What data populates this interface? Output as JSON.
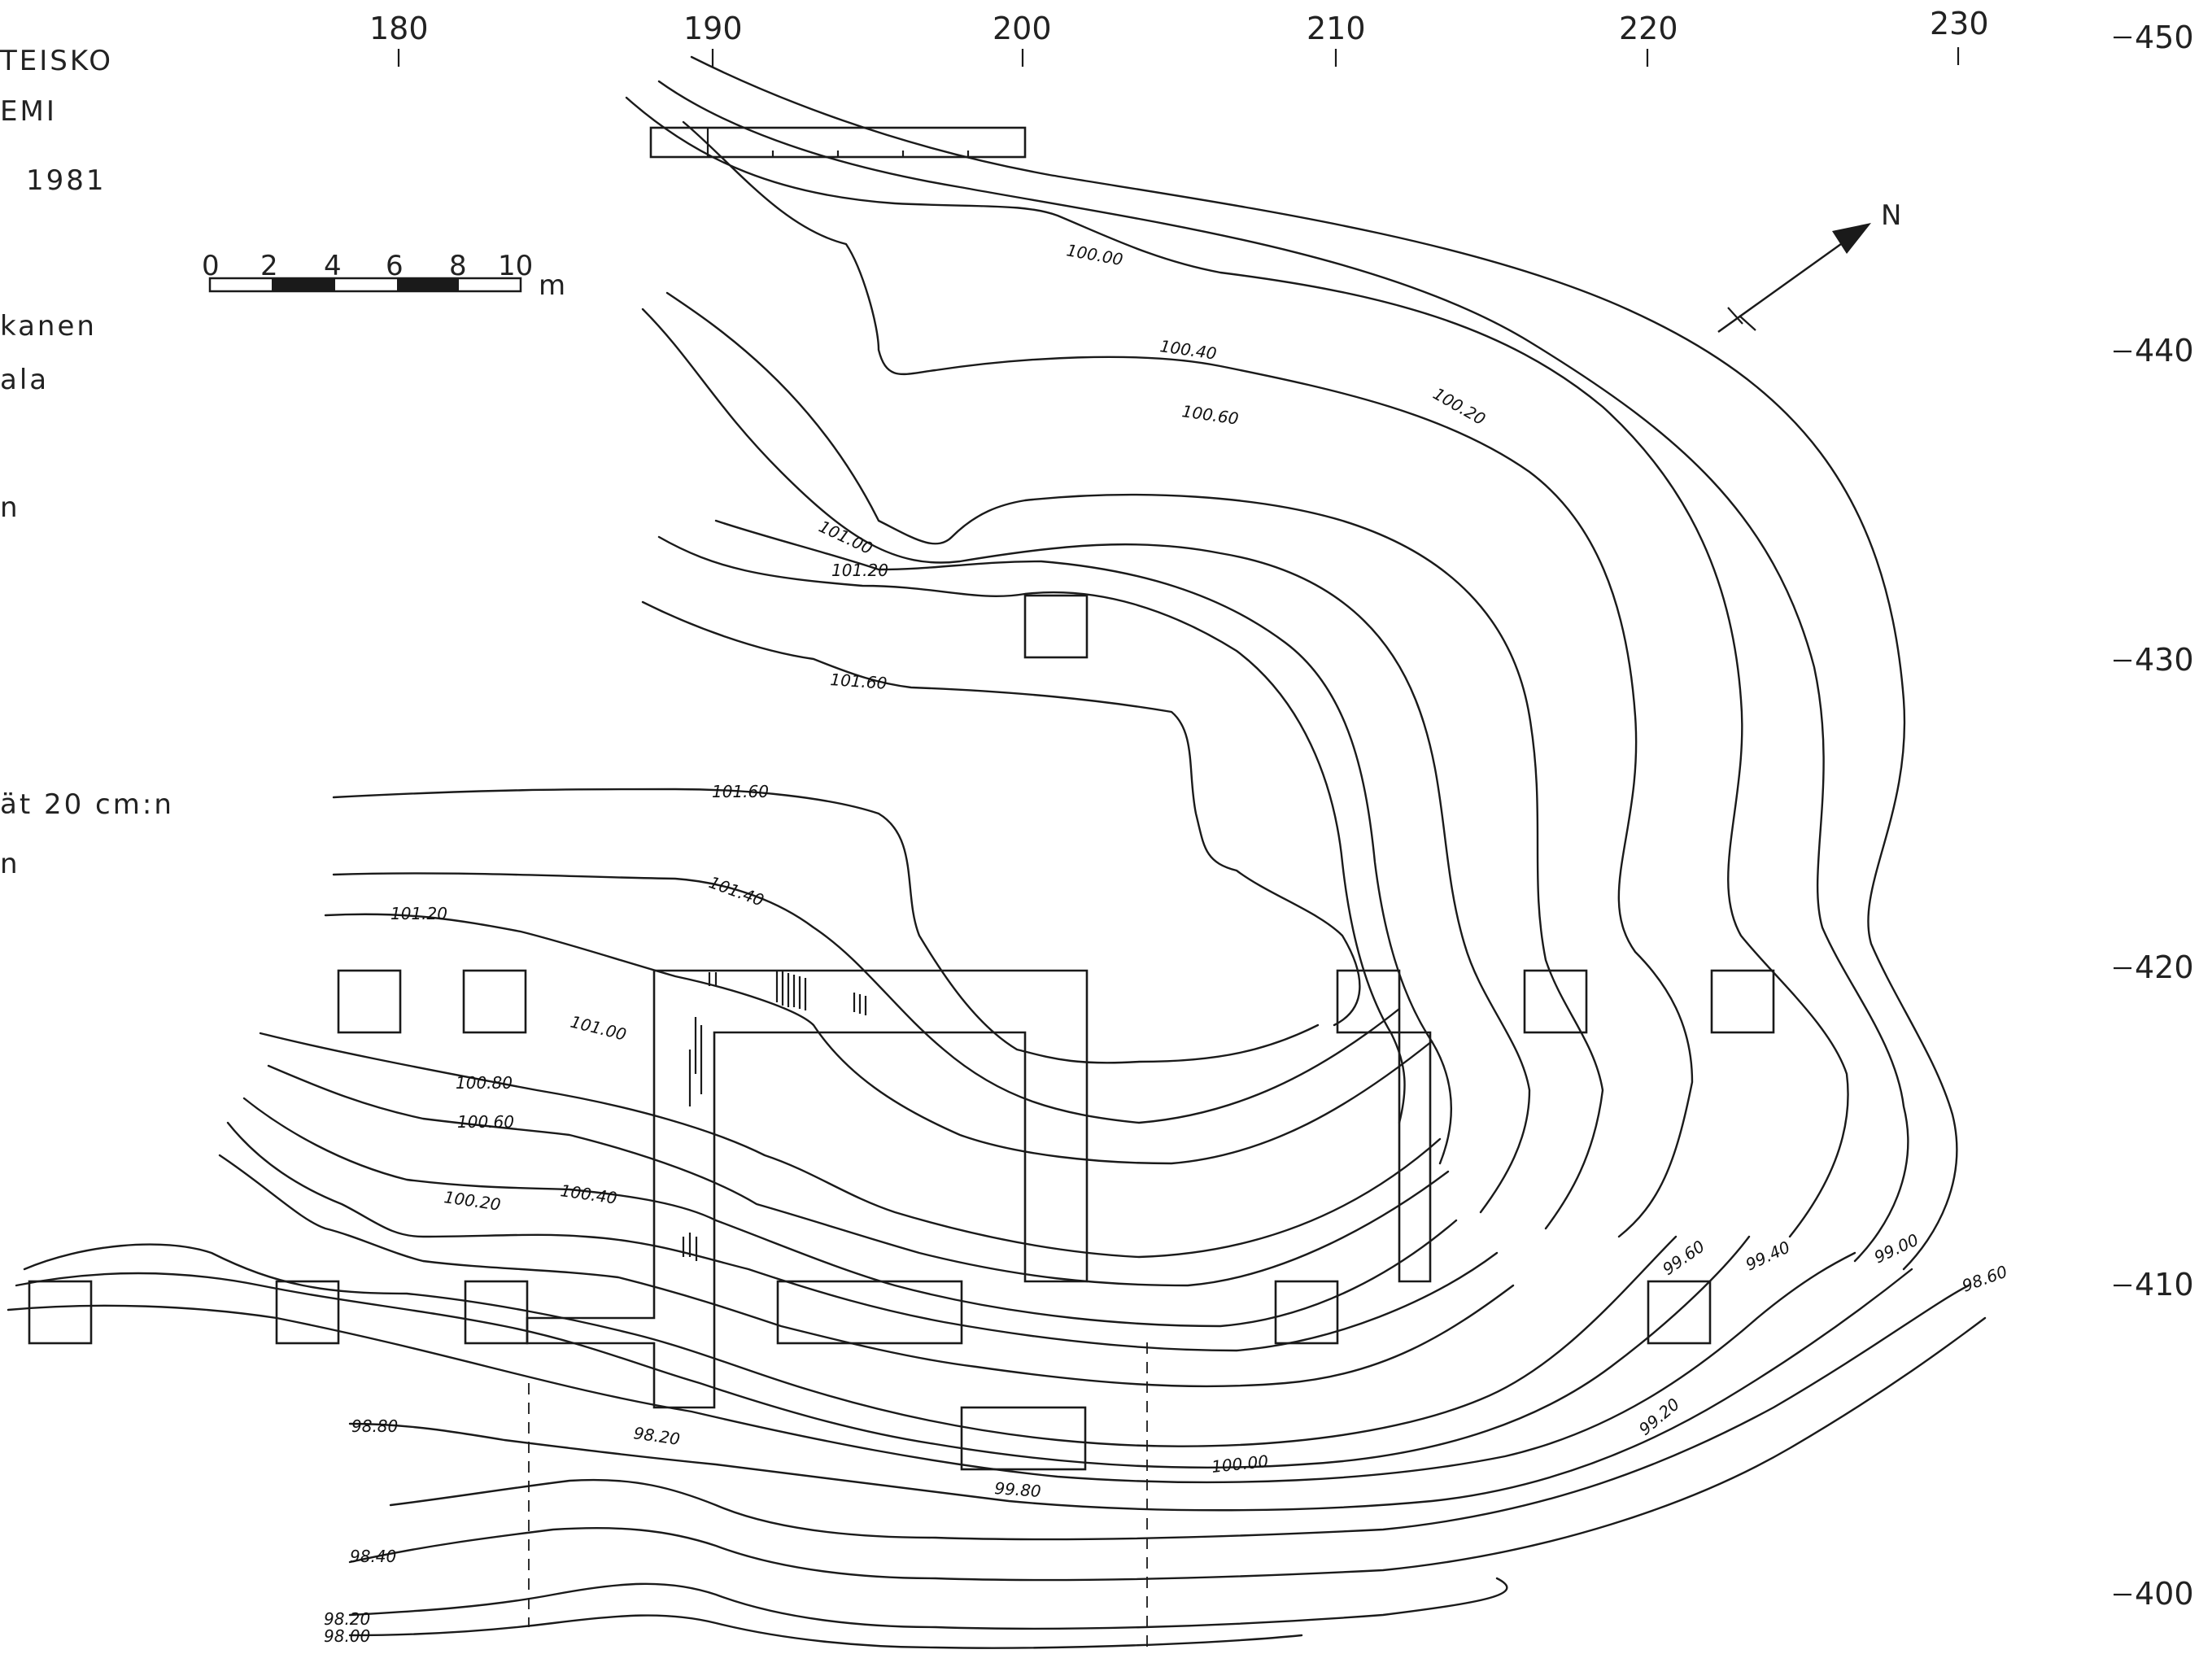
{
  "legend": {
    "lines": [
      "TEISKO",
      "EMI",
      "1981",
      "kanen",
      "ala",
      "n",
      "ät 20 cm:n",
      "n"
    ]
  },
  "scale": {
    "ticks": [
      "0",
      "2",
      "4",
      "6",
      "8",
      "10"
    ],
    "unit": "m"
  },
  "north_label": "N",
  "grid": {
    "x_labels": [
      "180",
      "190",
      "200",
      "210",
      "220",
      "230"
    ],
    "y_labels": [
      "450",
      "440",
      "430",
      "420",
      "410",
      "400"
    ]
  },
  "contour_labels": [
    "100.00",
    "100.40",
    "100.20",
    "100.60",
    "101.00",
    "101.20",
    "101.60",
    "101.60",
    "101.40",
    "101.20",
    "101.00",
    "100.80",
    "100.60",
    "100.40",
    "100.20",
    "99.60",
    "99.40",
    "99.00",
    "98.60",
    "99.20",
    "98.80",
    "98.20",
    "99.80",
    "100.00",
    "98.40",
    "98.20",
    "98.00"
  ],
  "colors": {
    "ink": "#1a1a1a",
    "paper": "#ffffff"
  }
}
